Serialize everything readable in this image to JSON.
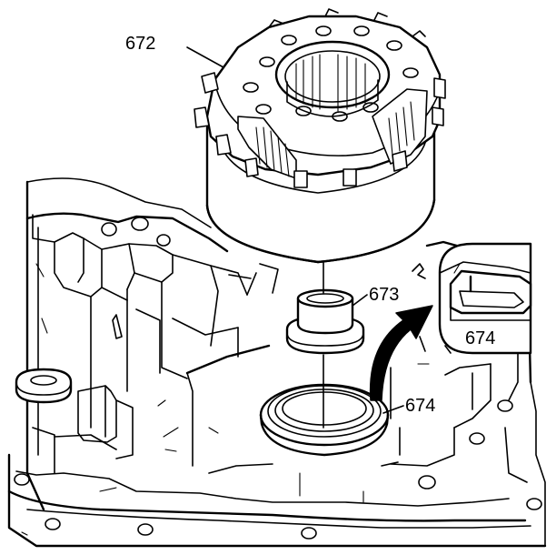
{
  "callouts": {
    "drum": "672",
    "bushing": "673",
    "seal": "674",
    "seal_detail": "674"
  }
}
